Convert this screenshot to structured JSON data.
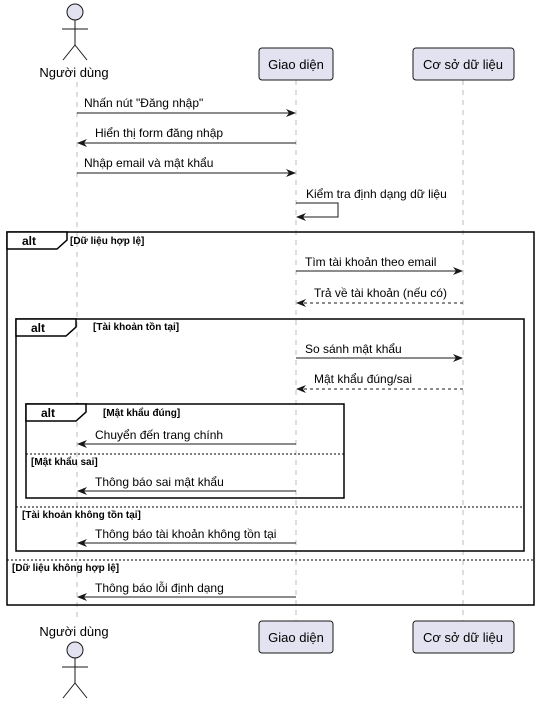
{
  "participants": {
    "user": "Người dùng",
    "ui": "Giao diện",
    "db": "Cơ sở dữ liệu"
  },
  "messages": [
    "Nhấn nút \"Đăng nhập\"",
    "Hiển thị form đăng nhập",
    "Nhập email và mật khẩu",
    "Kiểm tra định dạng dữ liệu",
    "Tìm tài khoản theo email",
    "Trả về tài khoản (nếu có)",
    "So sánh mật khẩu",
    "Mật khẩu đúng/sai",
    "Chuyển đến trang chính",
    "Thông báo sai mật khẩu",
    "Thông báo tài khoản không tồn tại",
    "Thông báo lỗi định dạng"
  ],
  "frames": {
    "alt_tag": "alt",
    "outer_guard": "[Dữ liệu hợp lệ]",
    "outer_else": "[Dữ liệu không hợp lệ]",
    "middle_guard": "[Tài khoản tồn tại]",
    "middle_else": "[Tài khoản không tồn tại]",
    "inner_guard": "[Mật khẩu đúng]",
    "inner_else": "[Mật khẩu sai]"
  },
  "colors": {
    "participant_fill": "#e2e2f0",
    "participant_stroke": "#181818",
    "lifeline": "#bdbdbd"
  }
}
